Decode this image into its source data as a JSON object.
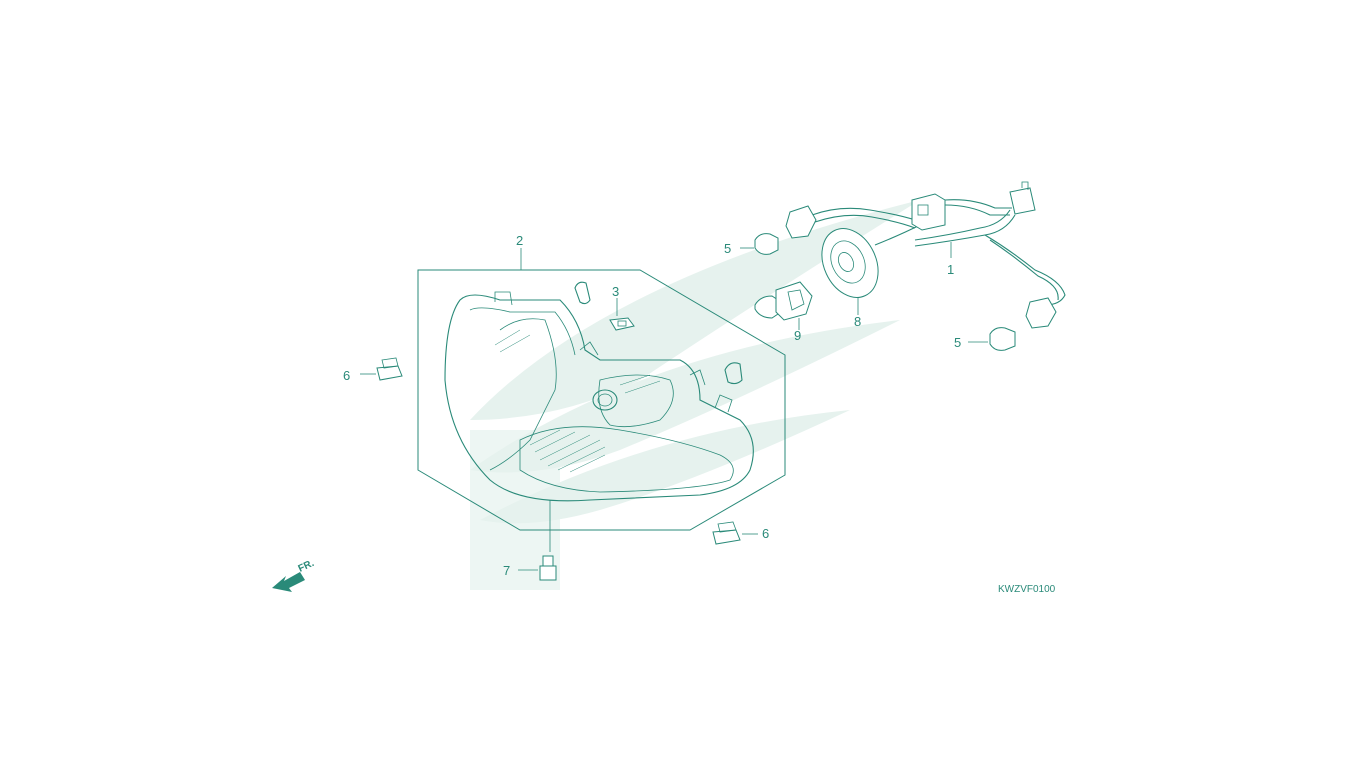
{
  "diagram": {
    "drawing_code": "KWZVF0100",
    "front_marker": "FR.",
    "colors": {
      "line": "#2a8a79",
      "watermark": "#e6f2ee",
      "background": "#ffffff"
    },
    "callouts": {
      "c1": "1",
      "c2": "2",
      "c3": "3",
      "c5a": "5",
      "c5b": "5",
      "c6a": "6",
      "c6b": "6",
      "c7": "7",
      "c8": "8",
      "c9": "9"
    }
  }
}
